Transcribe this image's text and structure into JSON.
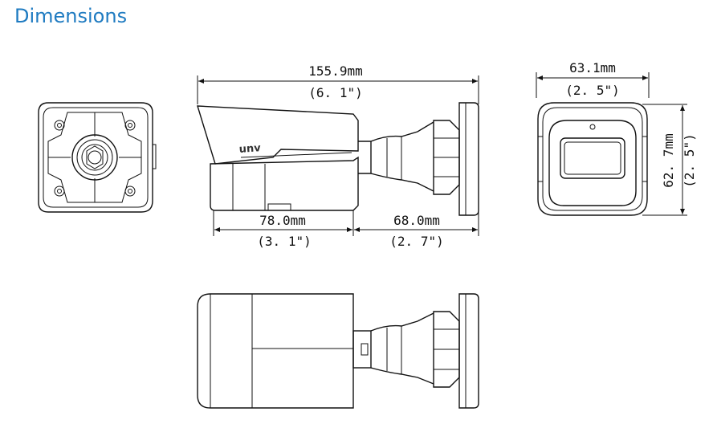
{
  "title": "Dimensions",
  "dimensions": {
    "total_length_mm": "155.9mm",
    "total_length_in": "(6. 1\")",
    "body_length_mm": "78.0mm",
    "body_length_in": "(3. 1\")",
    "mount_length_mm": "68.0mm",
    "mount_length_in": "(2. 7\")",
    "width_mm": "63.1mm",
    "width_in": "(2. 5\")",
    "height_mm": "62. 7mm",
    "height_in": "(2. 5\")"
  },
  "logo": "unv"
}
